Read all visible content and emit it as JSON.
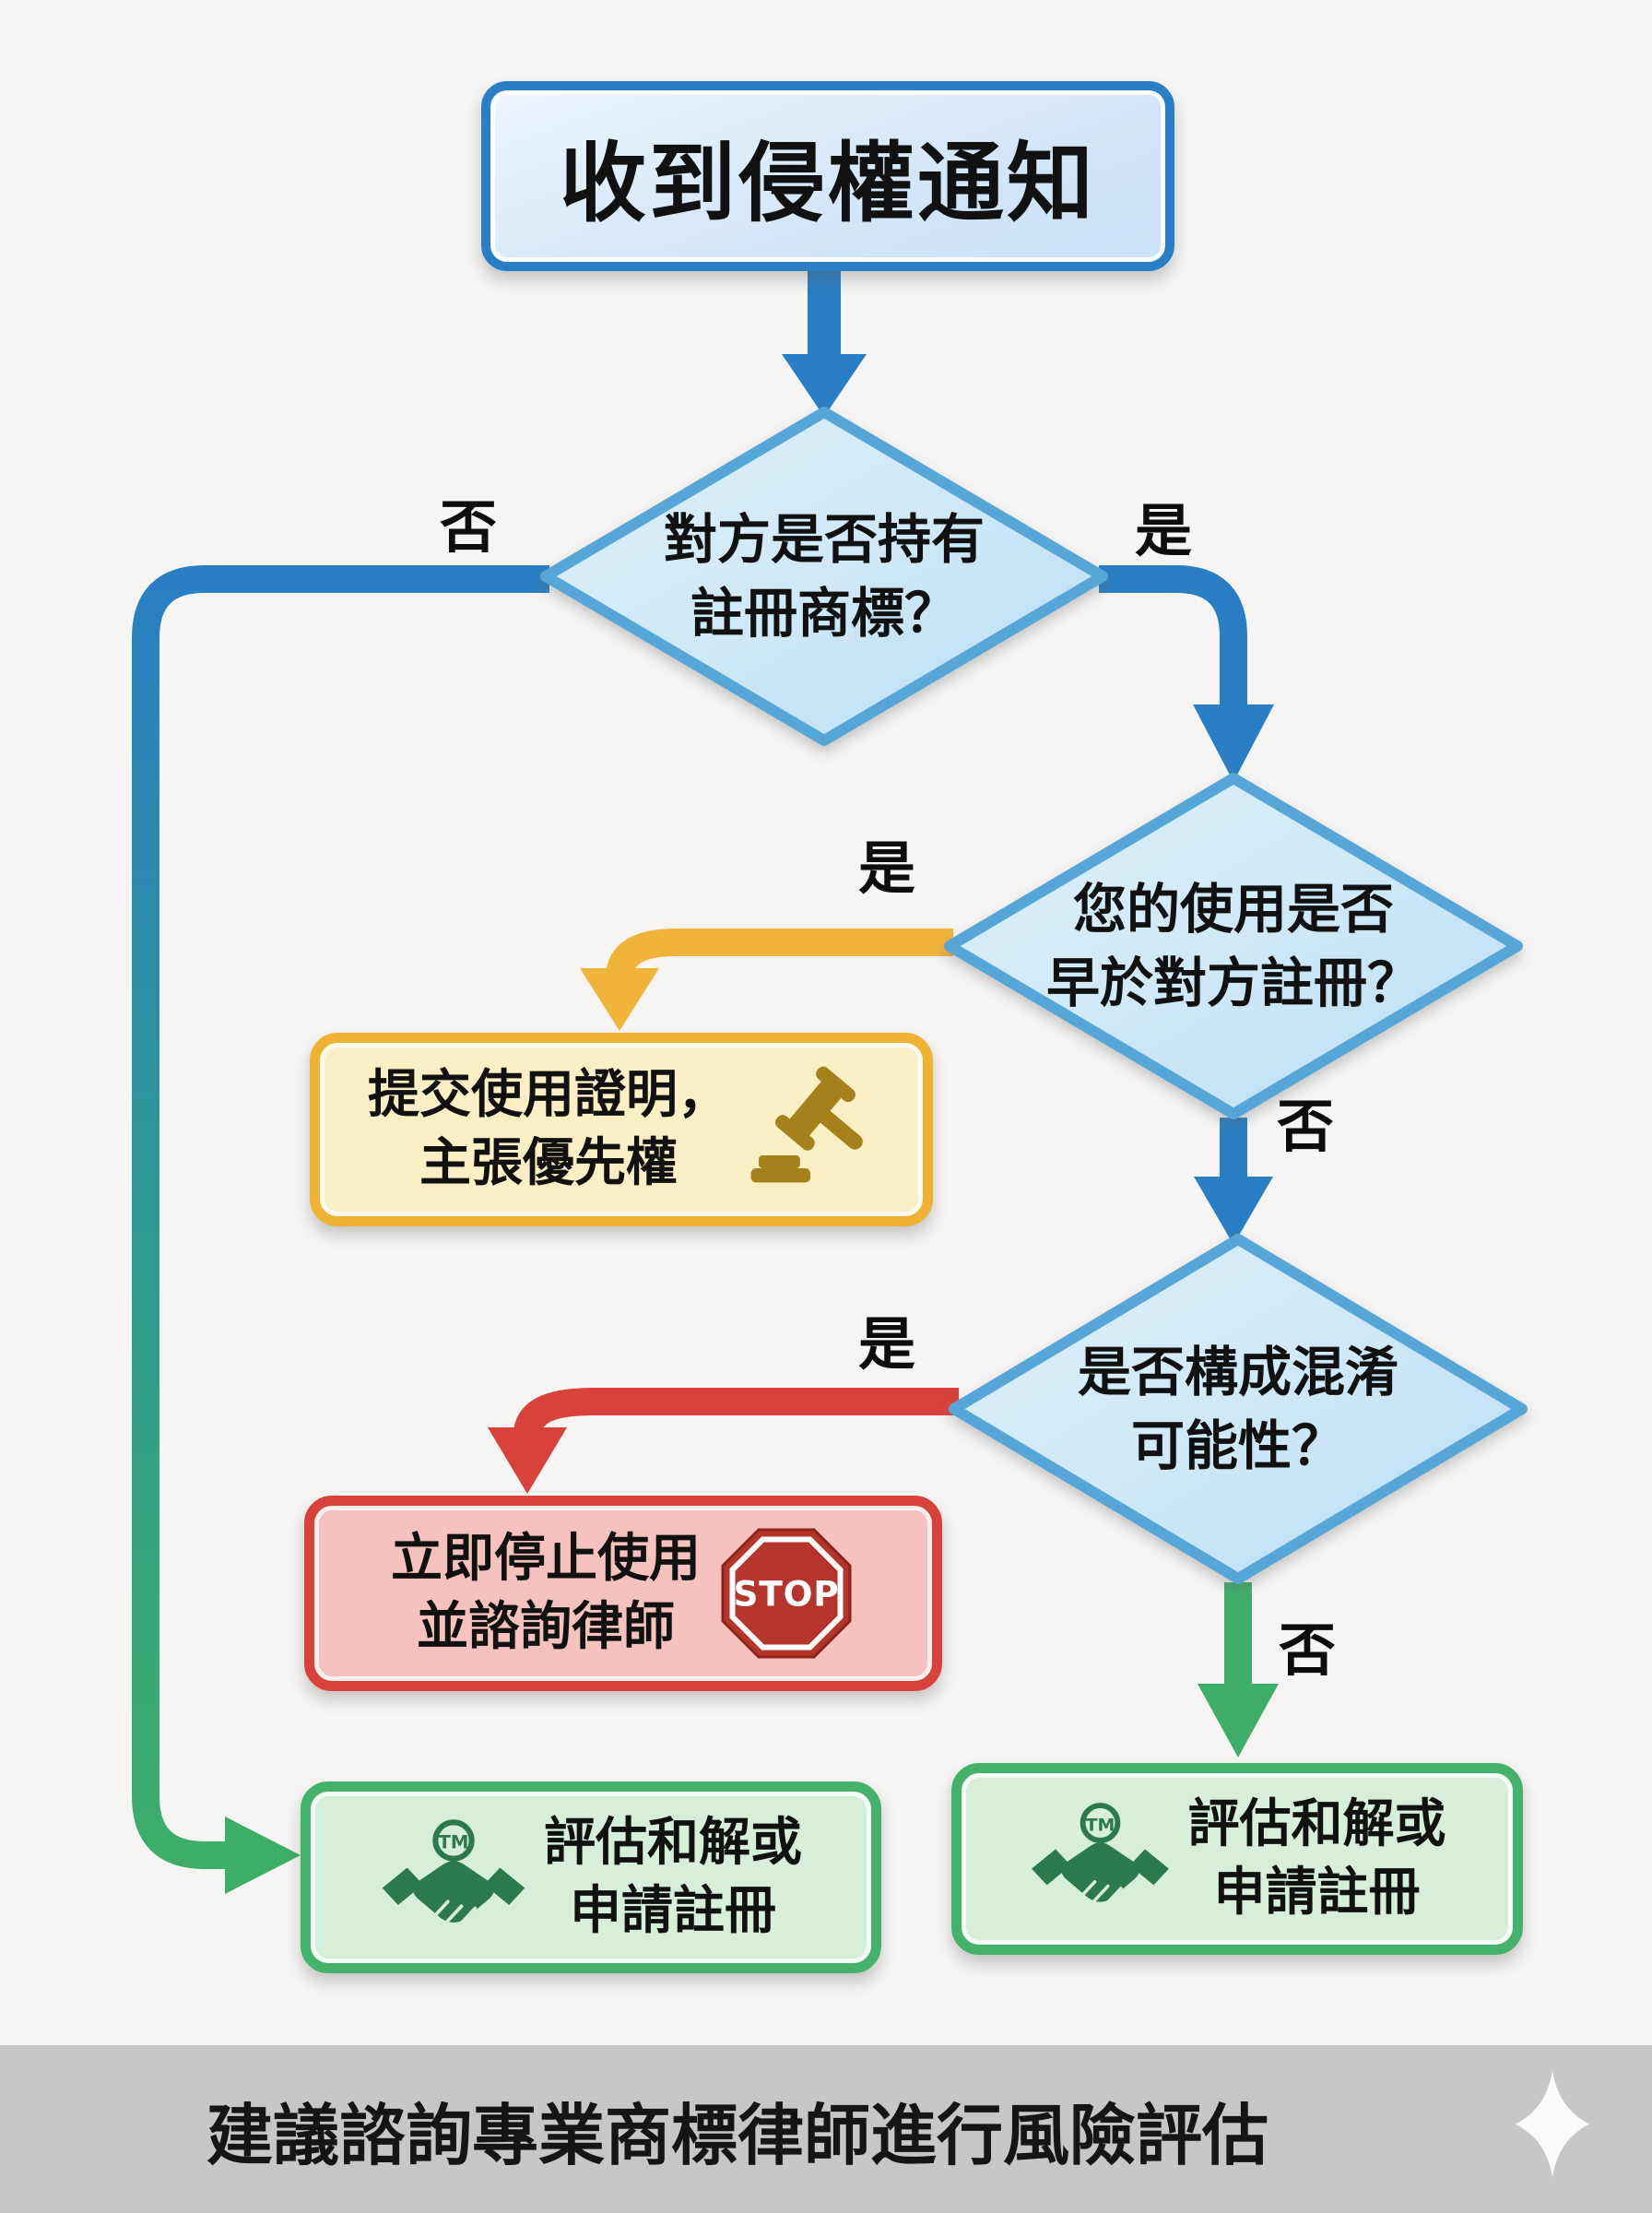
{
  "start": {
    "label": "收到侵權通知"
  },
  "decisions": {
    "d1": {
      "line1": "對方是否持有",
      "line2": "註冊商標？"
    },
    "d2": {
      "line1": "您的使用是否",
      "line2": "早於對方註冊？"
    },
    "d3": {
      "line1": "是否構成混淆",
      "line2": "可能性？"
    }
  },
  "branch_labels": {
    "yes": "是",
    "no": "否"
  },
  "actions": {
    "priority": {
      "line1": "提交使用證明，",
      "line2": "主張優先權",
      "icon": "gavel-icon"
    },
    "stop": {
      "line1": "立即停止使用",
      "line2": "並諮詢律師",
      "icon": "stop-sign-icon",
      "stop_sign_text": "STOP"
    },
    "settle_left": {
      "line1": "評估和解或",
      "line2": "申請註冊",
      "icon": "tm-handshake-icon",
      "tm_text": "TM"
    },
    "settle_right": {
      "line1": "評估和解或",
      "line2": "申請註冊",
      "icon": "tm-handshake-icon",
      "tm_text": "TM"
    }
  },
  "footer": {
    "text": "建議諮詢專業商標律師進行風險評估"
  },
  "colors": {
    "decision_border": "#57a7d8",
    "decision_fill": "#cfe9f8",
    "start_border": "#2a7fc4",
    "start_fill": "#dcebfa",
    "blue_connector": "#2a7fc4",
    "yellow_connector": "#f1b43a",
    "yellow_border": "#efb232",
    "yellow_fill": "#fbf0c5",
    "red_connector": "#d9423a",
    "red_fill": "#f5c2be",
    "green_connector": "#3fae68",
    "green_border": "#45b26c",
    "green_fill": "#d7eedb",
    "footer_bg": "#c9c7c5"
  }
}
